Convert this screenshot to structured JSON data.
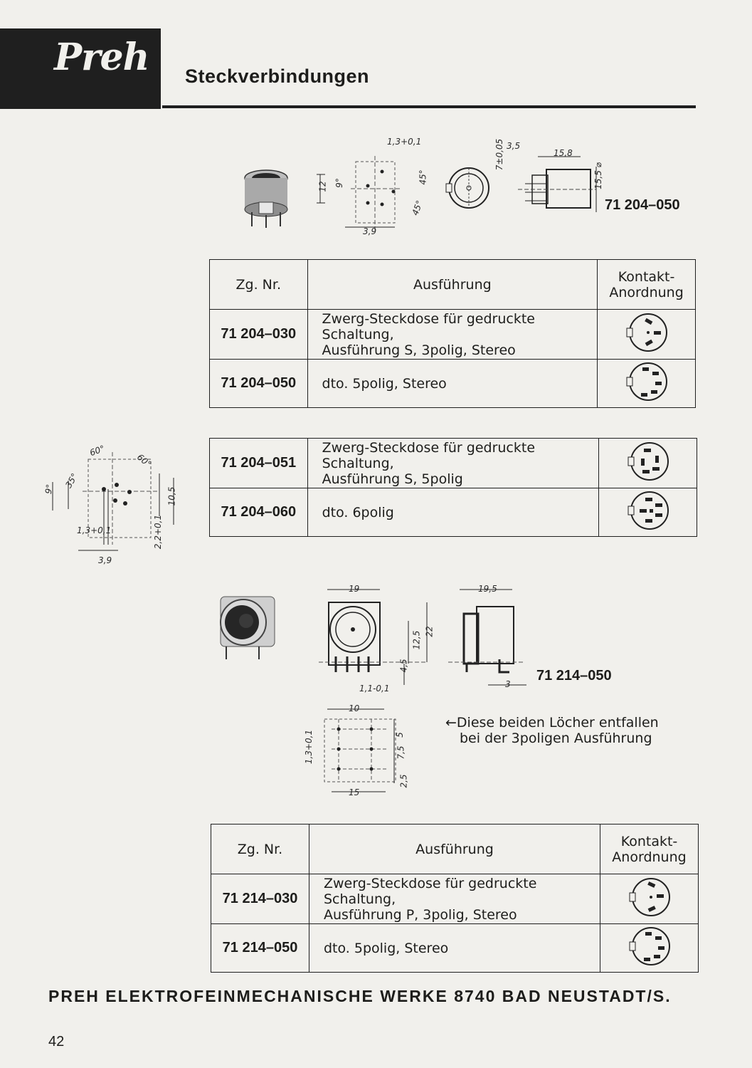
{
  "header": {
    "logo": "Preh",
    "title": "Steckverbindungen"
  },
  "figure1": {
    "label": "71 204–050",
    "dims": {
      "a": "1,3+0,1",
      "b": "12",
      "c": "9°",
      "d": "45°",
      "e": "45°",
      "f": "3,9",
      "g": "3,5",
      "h": "15,8",
      "i": "7±0,05",
      "j": "15,5 ⌀"
    }
  },
  "table1": {
    "head": {
      "zg": "Zg. Nr.",
      "ausf": "Ausführung",
      "kontakt1": "Kontakt-",
      "kontakt2": "Anordnung"
    },
    "rows": [
      {
        "code": "71 204–030",
        "l1": "Zwerg-Steckdose für gedruckte",
        "l2": "Schaltung,",
        "l3": "Ausführung S, 3polig, Stereo"
      },
      {
        "code": "71 204–050",
        "l1": "dto. 5polig, Stereo"
      }
    ]
  },
  "figure2": {
    "dims": {
      "a": "60°",
      "b": "60°",
      "c": "9°",
      "d": "35°",
      "e": "10,5",
      "f": "1,3+0,1",
      "g": "2,2+0,1",
      "h": "3,9"
    }
  },
  "table2": {
    "rows": [
      {
        "code": "71 204–051",
        "l1": "Zwerg-Steckdose für gedruckte",
        "l2": "Schaltung,",
        "l3": "Ausführung S, 5polig"
      },
      {
        "code": "71 204–060",
        "l1": "dto. 6polig"
      }
    ]
  },
  "figure3": {
    "label": "71 214–050",
    "dims": {
      "a": "19",
      "b": "12,5",
      "c": "22",
      "d": "4,5",
      "e": "1,1-0,1",
      "f": "19,5",
      "g": "3",
      "h": "10",
      "i": "1,3+0,1",
      "j": "5",
      "k": "7,5",
      "l": "2,5",
      "m": "15"
    },
    "note1": "←Diese beiden Löcher entfallen",
    "note2": "bei der 3poligen Ausführung"
  },
  "table3": {
    "head": {
      "zg": "Zg. Nr.",
      "ausf": "Ausführung",
      "kontakt1": "Kontakt-",
      "kontakt2": "Anordnung"
    },
    "rows": [
      {
        "code": "71 214–030",
        "l1": "Zwerg-Steckdose für gedruckte",
        "l2": "Schaltung,",
        "l3": "Ausführung P, 3polig, Stereo"
      },
      {
        "code": "71 214–050",
        "l1": "dto. 5polig, Stereo"
      }
    ]
  },
  "footer": {
    "text": "PREH ELEKTROFEINMECHANISCHE WERKE   8740 BAD NEUSTADT/S.",
    "page": "42"
  }
}
